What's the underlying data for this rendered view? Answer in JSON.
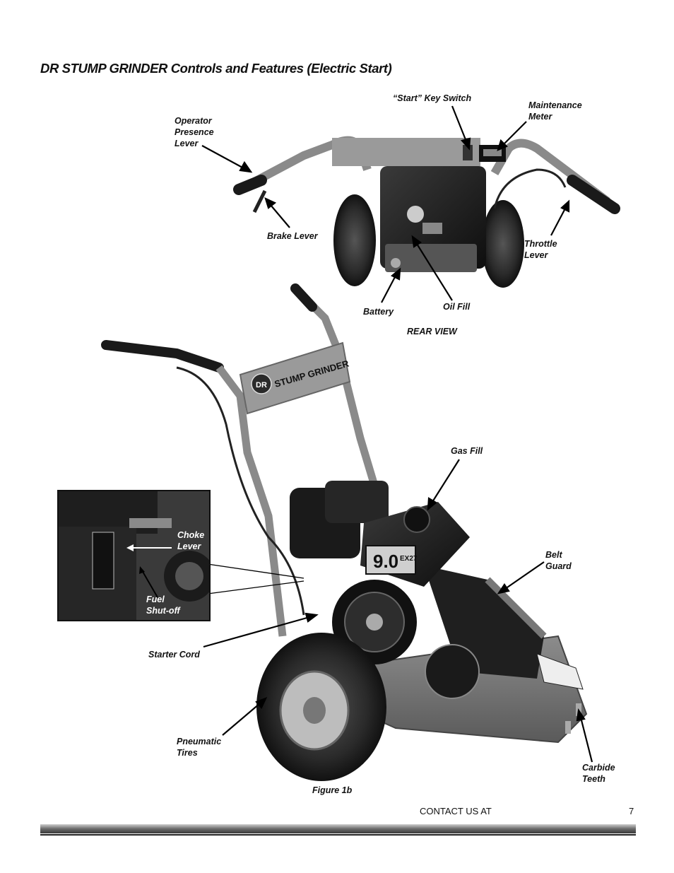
{
  "page": {
    "title": "DR STUMP GRINDER Controls and Features (Electric Start)",
    "figure_caption": "Figure 1b",
    "view_label": "REAR VIEW",
    "footer": {
      "contact": "CONTACT US AT",
      "page_number": "7"
    }
  },
  "rear_view_labels": {
    "operator_presence": "Operator\nPresence\nLever",
    "start_key": "“Start” Key Switch",
    "maintenance_meter": "Maintenance\nMeter",
    "brake_lever": "Brake Lever",
    "throttle_lever": "Throttle\nLever",
    "battery": "Battery",
    "oil_fill": "Oil Fill"
  },
  "front_view_labels": {
    "gas_fill": "Gas Fill",
    "belt_guard": "Belt\nGuard",
    "starter_cord": "Starter Cord",
    "pneumatic_tires": "Pneumatic\nTires",
    "carbide_teeth": "Carbide\nTeeth"
  },
  "inset_labels": {
    "choke_lever": "Choke\nLever",
    "fuel_shutoff": "Fuel\nShut-off"
  },
  "machine_markings": {
    "brand_plate": "STUMP GRINDER",
    "logo": "DR",
    "engine_badge": "9.0",
    "engine_model": "EX27"
  }
}
